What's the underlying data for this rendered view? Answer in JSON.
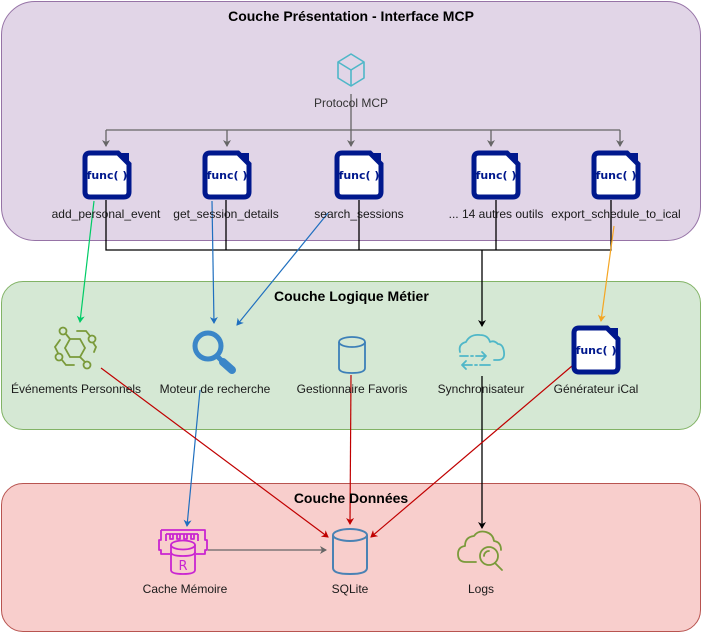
{
  "layers": {
    "presentation": {
      "title": "Couche Présentation - Interface MCP",
      "protocol": {
        "label": "Protocol MCP",
        "icon": "cube-icon"
      },
      "tools": [
        {
          "label": "add_personal_event",
          "icon_text": "func( )"
        },
        {
          "label": "get_session_details",
          "icon_text": "func( )"
        },
        {
          "label": "search_sessions",
          "icon_text": "func( )"
        },
        {
          "label": "... 14 autres outils",
          "icon_text": "func( )"
        },
        {
          "label": "export_schedule_to_ical",
          "icon_text": "func( )"
        }
      ]
    },
    "logic": {
      "title": "Couche Logique Métier",
      "components": [
        {
          "label": "Événements Personnels",
          "icon": "hexagon-network-icon"
        },
        {
          "label": "Moteur de recherche",
          "icon": "magnifier-icon"
        },
        {
          "label": "Gestionnaire Favoris",
          "icon": "cylinder-icon"
        },
        {
          "label": "Synchronisateur",
          "icon": "cloud-sync-icon"
        },
        {
          "label": "Générateur iCal",
          "icon": "function-icon",
          "icon_text": "func( )"
        }
      ]
    },
    "data": {
      "title": "Couche Données",
      "components": [
        {
          "label": "Cache Mémoire",
          "icon": "memory-cache-icon",
          "icon_text": "R"
        },
        {
          "label": "SQLite",
          "icon": "database-icon"
        },
        {
          "label": "Logs",
          "icon": "cloud-search-icon"
        }
      ]
    }
  },
  "colors": {
    "presentation_fill": "#e1d5e7",
    "logic_fill": "#d5e8d4",
    "data_fill": "#f8cecc",
    "func_icon": "#00188d",
    "edge_green": "#00cc66",
    "edge_blue": "#1f6fbf",
    "edge_orange": "#f5a623",
    "edge_red": "#c00000",
    "edge_gray": "#666666",
    "edge_black": "#000000"
  }
}
